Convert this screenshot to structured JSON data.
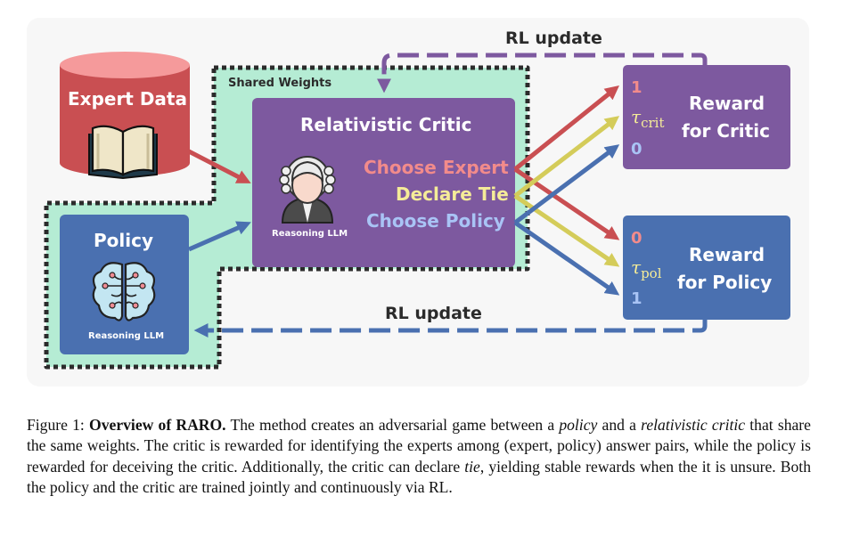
{
  "diagram": {
    "shared_weights_label": "Shared Weights",
    "expert_data": {
      "title": "Expert Data",
      "icon": "open-book-icon"
    },
    "critic": {
      "title": "Relativistic Critic",
      "sublabel": "Reasoning LLM",
      "icon": "judge-icon",
      "choices": [
        {
          "label": "Choose Expert",
          "color": "#f28b8b"
        },
        {
          "label": "Declare Tie",
          "color": "#f5ec98"
        },
        {
          "label": "Choose Policy",
          "color": "#a9c4f5"
        }
      ]
    },
    "policy": {
      "title": "Policy",
      "sublabel": "Reasoning LLM",
      "icon": "brain-icon"
    },
    "reward_critic": {
      "title_line1": "Reward",
      "title_line2": "for Critic",
      "values": [
        "1",
        "τ",
        "crit",
        "0"
      ]
    },
    "reward_policy": {
      "title_line1": "Reward",
      "title_line2": "for Policy",
      "values": [
        "0",
        "τ",
        "pol",
        "1"
      ]
    },
    "rl_update_top": "RL update",
    "rl_update_bottom": "RL update",
    "colors": {
      "expert_red": "#c94f52",
      "tie_yellow": "#d4cc5a",
      "policy_blue": "#4a70b0",
      "critic_purple": "#7d599f",
      "shared_green": "#b5ecd4"
    }
  },
  "caption": {
    "figure_label": "Figure 1:",
    "title": "Overview of RARO.",
    "t1": " The method creates an adversarial game between a ",
    "i1": "policy",
    "t2": " and a ",
    "i2": "relativistic critic",
    "t3": " that share the same weights. The critic is rewarded for identifying the experts among (expert, policy) answer pairs, while the policy is rewarded for deceiving the critic. Additionally, the critic can declare ",
    "i3": "tie",
    "t4": ", yielding stable rewards when the it is unsure. Both the policy and the critic are trained jointly and continuously via RL."
  }
}
